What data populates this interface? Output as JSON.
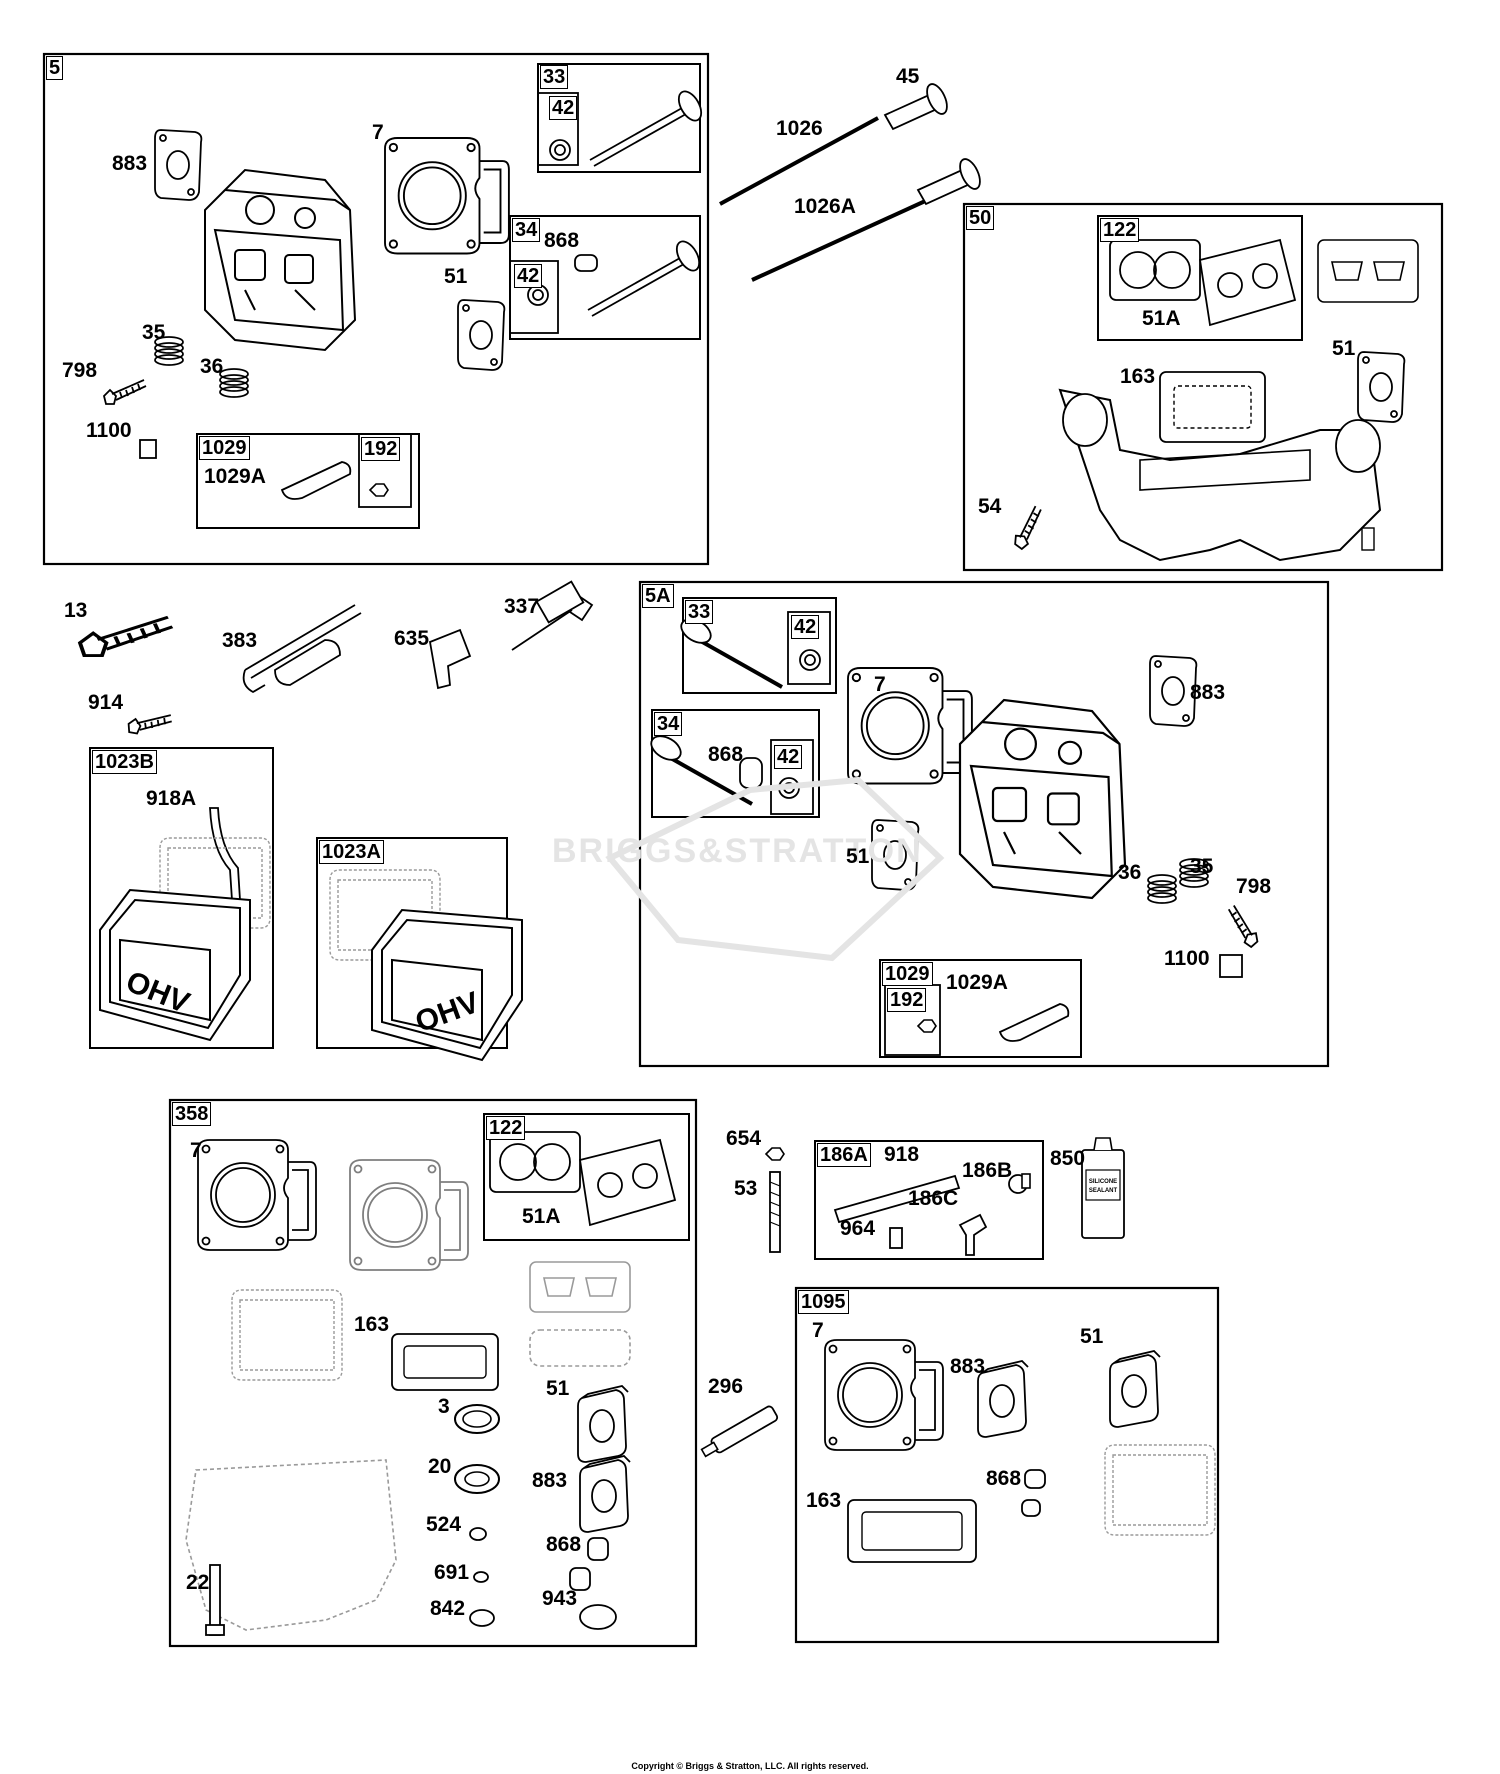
{
  "colors": {
    "line": "#000000",
    "ghost": "#9a9a9a",
    "watermark": "#e4e4e4"
  },
  "watermark": "BRIGGS&STRATTON",
  "copyright": "Copyright © Briggs & Stratton, LLC. All rights reserved.",
  "groups": {
    "g5": "5",
    "g33a": "33",
    "g42a": "42",
    "g34a": "34",
    "g42b": "42",
    "g1029a": "1029",
    "g192a": "192",
    "g50": "50",
    "g122a": "122",
    "g5A": "5A",
    "g33b": "33",
    "g42c": "42",
    "g34b": "34",
    "g42d": "42",
    "g1029b": "1029",
    "g192b": "192",
    "g1023B": "1023B",
    "g1023A": "1023A",
    "g358": "358",
    "g122b": "122",
    "g186A": "186A",
    "g1095": "1095"
  },
  "labels": {
    "p883a": "883",
    "p7a": "7",
    "p868a": "868",
    "p51a": "51",
    "p35a": "35",
    "p36a": "36",
    "p798a": "798",
    "p1100a": "1100",
    "p1029Aa": "1029A",
    "p45": "45",
    "p1026": "1026",
    "p1026A": "1026A",
    "p51Aa": "51A",
    "p163a": "163",
    "p51b": "51",
    "p54": "54",
    "p13": "13",
    "p383": "383",
    "p635": "635",
    "p337": "337",
    "p914": "914",
    "p918A": "918A",
    "p7b": "7",
    "p883b": "883",
    "p868b": "868",
    "p51c": "51",
    "p35b": "35",
    "p36b": "36",
    "p798b": "798",
    "p1100b": "1100",
    "p1029Ab": "1029A",
    "p7c": "7",
    "p51Ab": "51A",
    "p163b": "163",
    "p3": "3",
    "p51d": "51",
    "p20": "20",
    "p883c": "883",
    "p524": "524",
    "p868c": "868",
    "p691": "691",
    "p22": "22",
    "p842": "842",
    "p943": "943",
    "p654": "654",
    "p53": "53",
    "p918": "918",
    "p186B": "186B",
    "p186C": "186C",
    "p964": "964",
    "p850": "850",
    "p296": "296",
    "p7d": "7",
    "p883d": "883",
    "p51e": "51",
    "p868d": "868",
    "p163c": "163"
  },
  "cover_text": "OHV",
  "sealant_text": "SILICONE SEALANT"
}
